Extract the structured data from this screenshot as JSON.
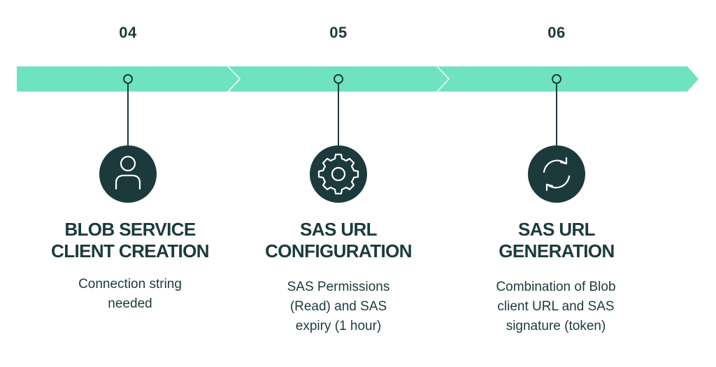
{
  "colors": {
    "band": "#6fe3bf",
    "dark": "#1c3a3c",
    "background": "#ffffff"
  },
  "steps": [
    {
      "number": "04",
      "title_lines": [
        "BLOB SERVICE",
        "CLIENT CREATION"
      ],
      "desc_lines": [
        "Connection string",
        "needed"
      ],
      "icon": "user-icon"
    },
    {
      "number": "05",
      "title_lines": [
        "SAS URL",
        "CONFIGURATION"
      ],
      "desc_lines": [
        "SAS Permissions",
        "(Read) and SAS",
        "expiry (1 hour)"
      ],
      "icon": "gear-icon"
    },
    {
      "number": "06",
      "title_lines": [
        "SAS URL",
        "GENERATION"
      ],
      "desc_lines": [
        "Combination of Blob",
        "client URL and SAS",
        "signature (token)"
      ],
      "icon": "refresh-icon"
    }
  ]
}
